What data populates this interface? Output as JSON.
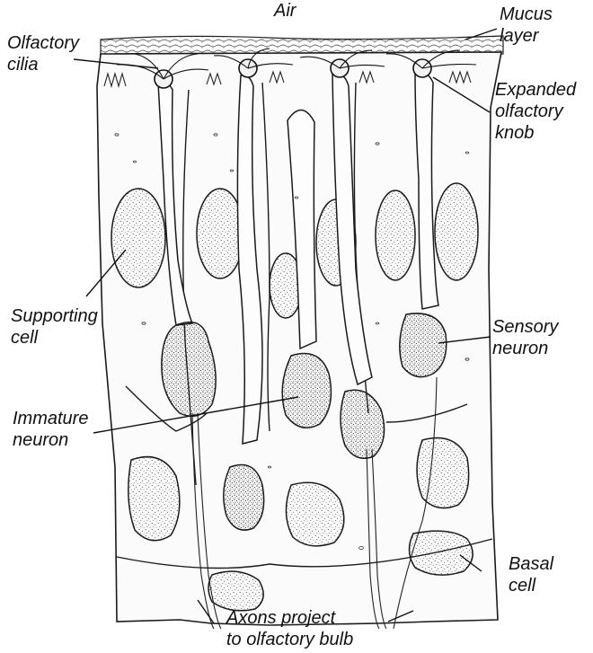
{
  "labels": {
    "air": "Air",
    "mucus_layer": [
      "Mucus",
      "layer"
    ],
    "olfactory_cilia": [
      "Olfactory",
      "cilia"
    ],
    "expanded_knob": [
      "Expanded",
      "olfactory",
      "knob"
    ],
    "supporting_cell": [
      "Supporting",
      "cell"
    ],
    "sensory_neuron": [
      "Sensory",
      "neuron"
    ],
    "immature_neuron": [
      "Immature",
      "neuron"
    ],
    "basal_cell": [
      "Basal",
      "cell"
    ],
    "axons": [
      "Axons project",
      "to olfactory bulb"
    ]
  },
  "colors": {
    "ink": "#111111",
    "background": "#ffffff",
    "stipple": "#2a2a2a"
  }
}
